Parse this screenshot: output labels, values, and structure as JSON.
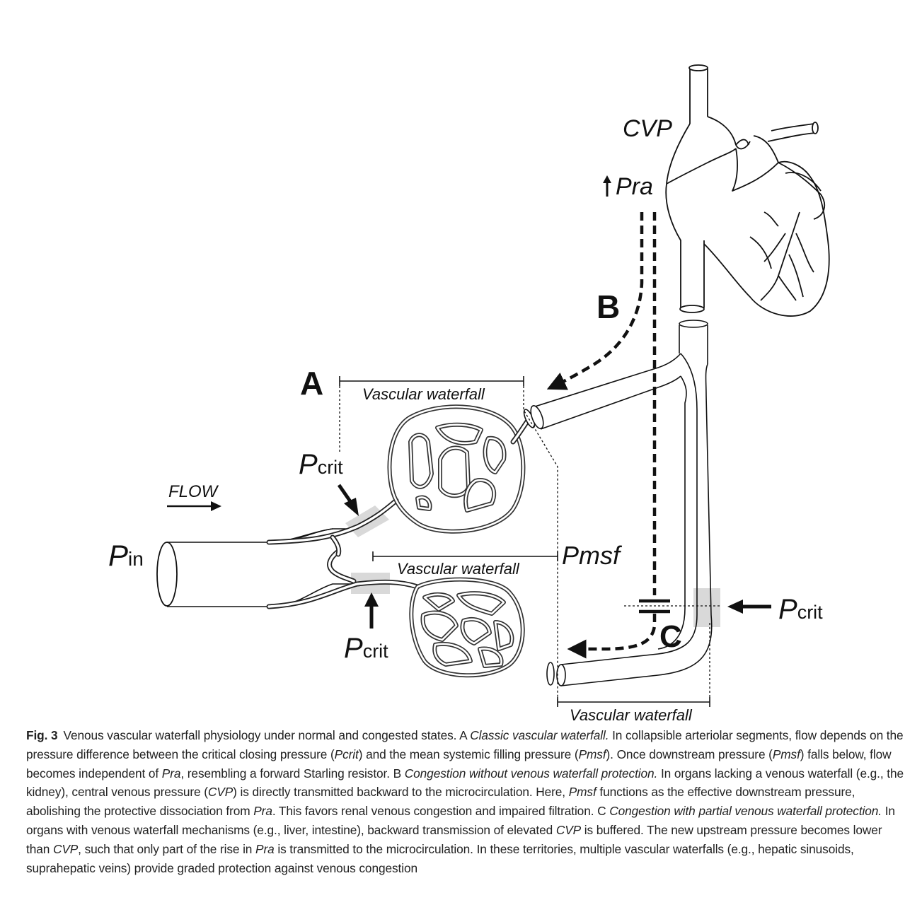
{
  "figure": {
    "labels": {
      "panel_a": "A",
      "panel_b": "B",
      "panel_c": "C",
      "cvp": "CVP",
      "pra": "Pra",
      "flow": "FLOW",
      "p_in_main": "P",
      "p_in_sub": "in",
      "p_crit_main": "P",
      "p_crit_sub": "crit",
      "pmsf": "Pmsf",
      "vascular_waterfall": "Vascular waterfall"
    }
  },
  "caption": {
    "fig_label": "Fig. 3",
    "segments": [
      {
        "text": "Venous vascular waterfall physiology under normal and congested states. A ",
        "italic": false
      },
      {
        "text": "Classic vascular waterfall.",
        "italic": true
      },
      {
        "text": " In collapsible arteriolar segments, flow depends on the pressure difference between the critical closing pressure (",
        "italic": false
      },
      {
        "text": "Pcrit",
        "italic": true
      },
      {
        "text": ") and the mean systemic filling pressure (",
        "italic": false
      },
      {
        "text": "Pmsf",
        "italic": true
      },
      {
        "text": "). Once downstream pressure (",
        "italic": false
      },
      {
        "text": "Pmsf",
        "italic": true
      },
      {
        "text": ") falls below, flow becomes independent of ",
        "italic": false
      },
      {
        "text": "Pra",
        "italic": true
      },
      {
        "text": ", resembling a forward Starling resistor. B ",
        "italic": false
      },
      {
        "text": "Congestion without venous waterfall protection.",
        "italic": true
      },
      {
        "text": " In organs lacking a venous waterfall (e.g., the kidney), central venous pressure (",
        "italic": false
      },
      {
        "text": "CVP",
        "italic": true
      },
      {
        "text": ") is directly transmitted backward to the microcirculation. Here, ",
        "italic": false
      },
      {
        "text": "Pmsf",
        "italic": true
      },
      {
        "text": " functions as the effective downstream pressure, abolishing the protective dissociation from ",
        "italic": false
      },
      {
        "text": "Pra",
        "italic": true
      },
      {
        "text": ". This favors renal venous congestion and impaired filtration. C ",
        "italic": false
      },
      {
        "text": "Congestion with partial venous waterfall protection.",
        "italic": true
      },
      {
        "text": " In organs with venous waterfall mechanisms (e.g., liver, intestine), backward transmission of elevated ",
        "italic": false
      },
      {
        "text": "CVP",
        "italic": true
      },
      {
        "text": " is buffered. The new upstream pressure becomes lower than ",
        "italic": false
      },
      {
        "text": "CVP",
        "italic": true
      },
      {
        "text": ", such that only part of the rise in ",
        "italic": false
      },
      {
        "text": "Pra",
        "italic": true
      },
      {
        "text": " is transmitted to the microcirculation. In these territories, multiple vascular waterfalls (e.g., hepatic sinusoids, suprahepatic veins) provide graded protection against venous congestion",
        "italic": false
      }
    ]
  }
}
